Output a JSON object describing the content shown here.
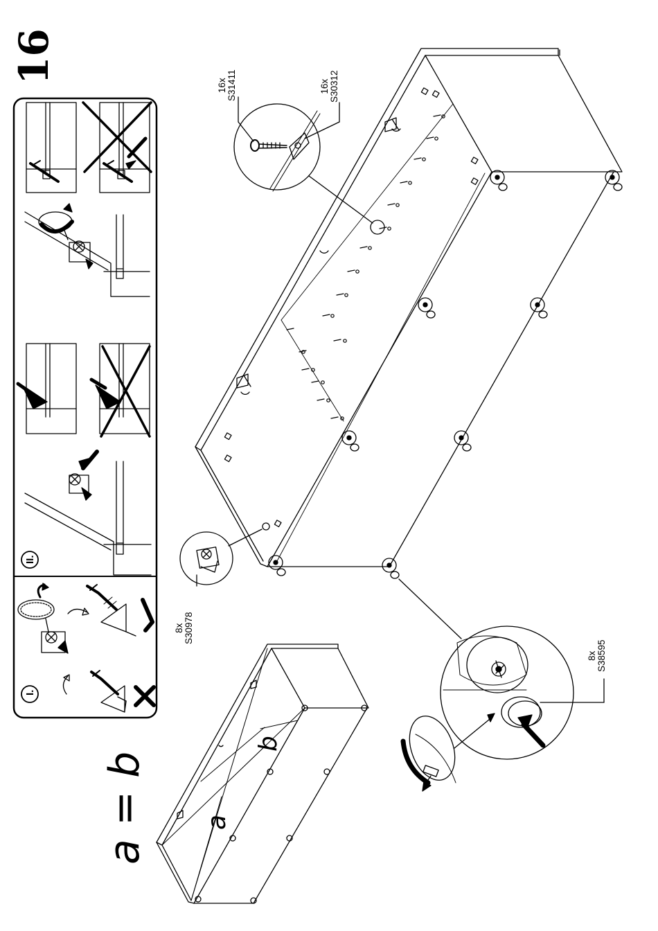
{
  "step": {
    "number": "16"
  },
  "parts": [
    {
      "qty": "16x",
      "code": "S31411",
      "icon": "screw-icon"
    },
    {
      "qty": "16x",
      "code": "S30312",
      "icon": "bracket-icon"
    },
    {
      "qty": "8x",
      "code": "S30978",
      "icon": "cam-connector-icon"
    },
    {
      "qty": "8x",
      "code": "S38595",
      "icon": "glide-pad-icon"
    }
  ],
  "instruction_panel": {
    "sections": [
      {
        "label": "I."
      },
      {
        "label": "II."
      }
    ]
  },
  "check": {
    "equation": "a = b",
    "label_a": "a",
    "label_b": "b"
  }
}
